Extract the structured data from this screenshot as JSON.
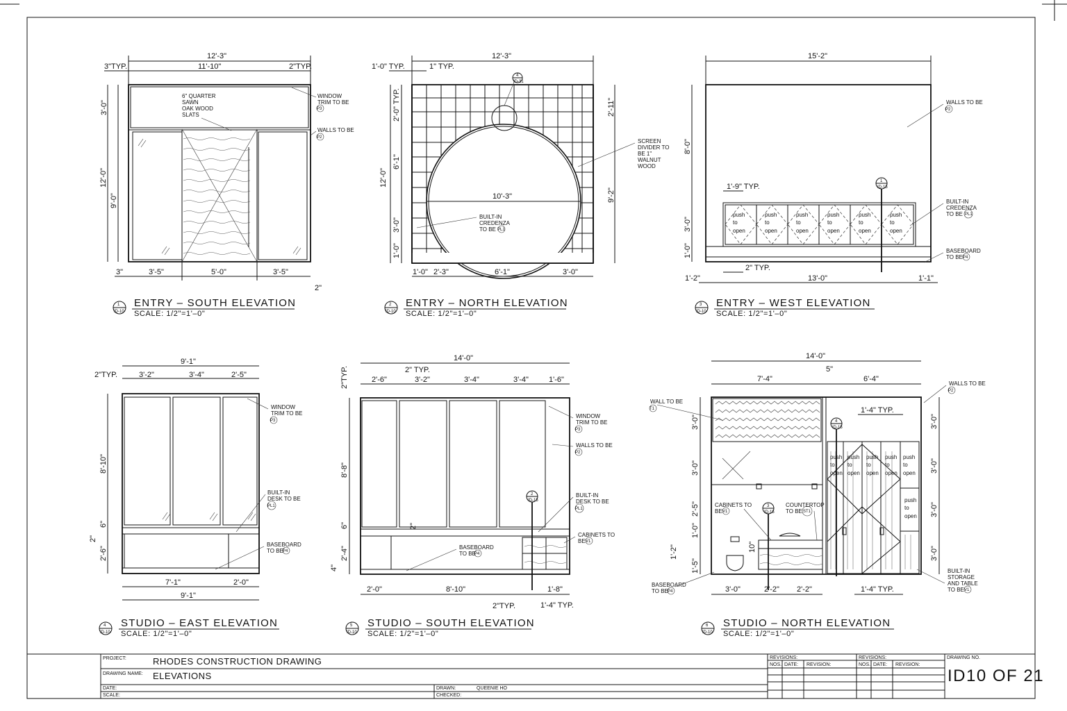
{
  "sheet": {
    "project_label": "PROJECT:",
    "project": "RHODES CONSTRUCTION DRAWING",
    "drawing_name_label": "DRAWING NAME:",
    "drawing_name": "ELEVATIONS",
    "date_label": "DATE:",
    "scale_label": "SCALE:",
    "drawn_label": "DRAWN:",
    "drawn_by": "QUEENIE HO",
    "checked_label": "CHECKED:",
    "revisions_label": "REVISIONS:",
    "nos_label": "NOS.",
    "rev_date_label": "DATE:",
    "revision_label": "REVISION:",
    "drawing_no_label": "DRAWING NO.",
    "drawing_no": "ID10  OF  21"
  },
  "views": [
    {
      "num": "1",
      "sheet": "ID-10",
      "title": "ENTRY  –  SOUTH  ELEVATION",
      "scale": "SCALE:  1/2\"=1'–0\"",
      "dims": [
        "12'-3\"",
        "11'-10\"",
        "3\"TYP.",
        "2\"TYP.",
        "3'-0\"",
        "9'-0\"",
        "12'-0\"",
        "3\"",
        "3'-5\"",
        "5'-0\"",
        "3'-5\"",
        "2\""
      ],
      "notes": [
        "6\" QUARTER",
        "SAWN",
        "OAK WOOD",
        "SLATS",
        "WINDOW",
        "TRIM TO BE",
        "WALLS TO BE"
      ],
      "tags": [
        "P3",
        "P2"
      ]
    },
    {
      "num": "2",
      "sheet": "ID-10",
      "title": "ENTRY  –  NORTH  ELEVATION",
      "scale": "SCALE:  1/2\"=1'–0\"",
      "dims": [
        "12'-3\"",
        "1'-0\" TYP.",
        "1\" TYP.",
        "2'-0\" TYP.",
        "6'-1\"",
        "12'-0\"",
        "3'-0\"",
        "1'-0\"",
        "2'-11\"",
        "9'-2\"",
        "10'-3\"",
        "1'-0\"",
        "2'-3\"",
        "6'-1\"",
        "3'-0\""
      ],
      "notes": [
        "SCREEN",
        "DIVIDER TO",
        "BE 1\"",
        "WALNUT",
        "WOOD",
        "BUILT-IN",
        "CREDENZA",
        "TO BE"
      ],
      "tags": [
        "PL1"
      ],
      "callout": {
        "num": "4",
        "sheet": "ID-31"
      }
    },
    {
      "num": "3",
      "sheet": "ID-10",
      "title": "ENTRY  –  WEST  ELEVATION",
      "scale": "SCALE:  1/2\"=1'–0\"",
      "dims": [
        "15'-2\"",
        "8'-0\"",
        "3'-0\"",
        "1'-0\"",
        "1'-9\" TYP.",
        "2\" TYP.",
        "1'-2\"",
        "13'-0\"",
        "1'-1\""
      ],
      "notes": [
        "WALLS TO BE",
        "BUILT-IN",
        "CREDENZA",
        "TO BE",
        "BASEBOARD",
        "TO BE"
      ],
      "tags": [
        "P2",
        "PL1",
        "P4"
      ],
      "push": [
        "push",
        "to",
        "open"
      ],
      "callout": {
        "num": "1",
        "sheet": "ID-15"
      }
    },
    {
      "num": "4",
      "sheet": "ID-10",
      "title": "STUDIO  –  EAST  ELEVATION",
      "scale": "SCALE:  1/2\"=1'–0\"",
      "dims": [
        "9'-1\"",
        "2\"TYP.",
        "3'-2\"",
        "3'-4\"",
        "2'-5\"",
        "8'-10\"",
        "6\"",
        "2\"",
        "2'-6\"",
        "7'-1\"",
        "2'-0\"",
        "9'-1\""
      ],
      "notes": [
        "WINDOW",
        "TRIM TO BE",
        "BUILT-IN",
        "DESK TO BE",
        "BASEBOARD",
        "TO BE"
      ],
      "tags": [
        "P3",
        "PL1",
        "P4"
      ]
    },
    {
      "num": "5",
      "sheet": "ID-10",
      "title": "STUDIO  –  SOUTH  ELEVATION",
      "scale": "SCALE:  1/2\"=1'–0\"",
      "dims": [
        "14'-0\"",
        "2\"TYP.",
        "2\" TYP.",
        "2'-6\"",
        "3'-2\"",
        "3'-4\"",
        "3'-4\"",
        "1'-6\"",
        "8'-8\"",
        "6\"",
        "2'-4\"",
        "4\"",
        "2\"",
        "2'-0\"",
        "8'-10\"",
        "1'-8\"",
        "2\"TYP.",
        "1'-4\" TYP."
      ],
      "notes": [
        "WINDOW",
        "TRIM TO BE",
        "WALLS TO BE",
        "BUILT-IN",
        "DESK TO BE",
        "CABINETS TO",
        "BE",
        "BASEBOARD",
        "TO BE"
      ],
      "tags": [
        "P3",
        "P2",
        "PL1",
        "V1",
        "P4"
      ],
      "callout": {
        "num": "2",
        "sheet": "ID-15"
      }
    },
    {
      "num": "6",
      "sheet": "ID-10",
      "title": "STUDIO  –  NORTH  ELEVATION",
      "scale": "SCALE:  1/2\"=1'–0\"",
      "dims": [
        "14'-0\"",
        "7'-4\"",
        "5\"",
        "6'-4\"",
        "1'-4\" TYP.",
        "3'-0\"",
        "3'-0\"",
        "2'-5\"",
        "1'-0\"",
        "1'-2\"",
        "1'-5\"",
        "10\"",
        "3'-0\"",
        "2'-2\"",
        "2'-2\"",
        "1'-4\" TYP.",
        "3'-0\"",
        "3'-0\"",
        "3'-0\"",
        "3'-0\""
      ],
      "notes": [
        "WALL TO BE",
        "WALLS TO BE",
        "CABINETS TO",
        "BE",
        "COUNTERTOP",
        "TO BE",
        "BASEBOARD",
        "TO BE",
        "BUILT-IN",
        "STORAGE",
        "AND TABLE",
        "TO BE"
      ],
      "tags": [
        "T1",
        "P2",
        "V1",
        "ST1",
        "P4",
        "V1"
      ],
      "push": [
        "push",
        "to",
        "open"
      ],
      "callouts": [
        {
          "num": "3",
          "sheet": "ID-15"
        },
        {
          "num": "4",
          "sheet": "ID-15"
        }
      ]
    }
  ]
}
